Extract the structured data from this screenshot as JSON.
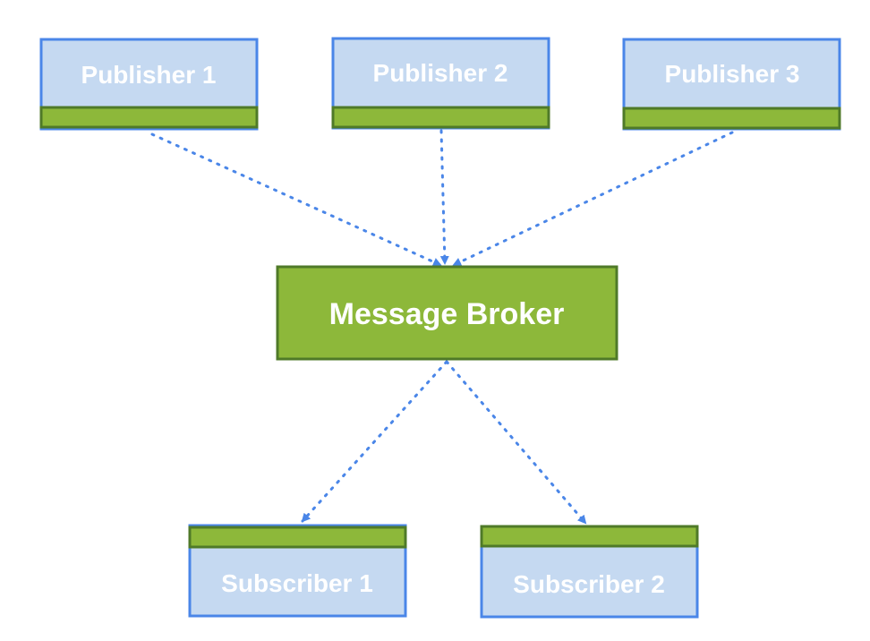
{
  "diagram": {
    "publishers": [
      {
        "label": "Publisher 1"
      },
      {
        "label": "Publisher 2"
      },
      {
        "label": "Publisher 3"
      }
    ],
    "broker": {
      "label": "Message Broker"
    },
    "subscribers": [
      {
        "label": "Subscriber 1"
      },
      {
        "label": "Subscriber 2"
      }
    ],
    "colors": {
      "client_fill": "#c5d9f1",
      "client_border": "#4a86e8",
      "accent_green": "#8db83a",
      "green_border": "#4f7a28",
      "arrow": "#4a86e8",
      "label_text": "#ffffff"
    }
  }
}
